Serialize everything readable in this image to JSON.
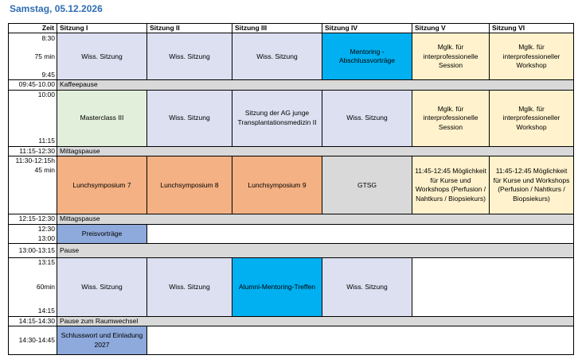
{
  "title": "Samstag, 05.12.2026",
  "headers": [
    "Zeit",
    "Sitzung I",
    "Sitzung II",
    "Sitzung III",
    "Sitzung IV",
    "Sitzung V",
    "Sitzung VI"
  ],
  "block1": {
    "time_start": "8:30",
    "time_mid": "75 min",
    "time_end": "9:45",
    "cells": [
      "Wiss. Sitzung",
      "Wiss. Sitzung",
      "Wiss. Sitzung",
      "Mentoring - Abschlussvorträge",
      "Mglk. für interprofessionelle Session",
      "Mglk. für interprofessioneller Workshop"
    ]
  },
  "break1": {
    "time": "09:45-10.00",
    "label": "Kaffeepause"
  },
  "block2": {
    "time_start": "10:00",
    "time_end": "11:15",
    "cells": [
      "Masterclass III",
      "Wiss. Sitzung",
      "Sitzung der AG junge Transplantationsmedizin II",
      "Wiss. Sitzung",
      "Mglk. für interprofessionelle Session",
      "Mglk. für interprofessioneller Workshop"
    ]
  },
  "break2": {
    "time": "11:15-12:30",
    "label": "Mittagspause"
  },
  "block3": {
    "time_start": "11:30-12:15h",
    "time_mid": "45 min",
    "cells": [
      "Lunchsymposium 7",
      "Lunchsymposium 8",
      "Lunchsymposium 9",
      "GTSG",
      "11:45-12:45 Möglichkeit für Kurse und Workshops (Perfusion / Nahtkurs / Biopsiekurs)",
      "11:45-12:45 Möglichkeit für Kurse und Workshops (Perfusion / Nahtkurs / Biopsiekurs)"
    ]
  },
  "break3": {
    "time": "12:15-12:30",
    "label": "Mittagspause"
  },
  "block4": {
    "time_start": "12:30",
    "time_end": "13:00",
    "cell": "Preisvorträge"
  },
  "break4": {
    "time": "13:00-13:15",
    "label": "Pause"
  },
  "block5": {
    "time_start": "13:15",
    "time_mid": "60min",
    "time_end": "14:15",
    "cells": [
      "Wiss. Sitzung",
      "Wiss. Sitzung",
      "Alumni-Mentoring-Treffen",
      "Wiss. Sitzung"
    ]
  },
  "break5": {
    "time": "14:15-14:30",
    "label": "Pause zum Raumwechsel"
  },
  "block6": {
    "time": "14:30-14:45",
    "cell": "Schlusswort und Einladung 2027"
  },
  "colors": {
    "title": "#2f6db3",
    "lavender": "#dce0f1",
    "cyan": "#00b0f0",
    "cream": "#fff2cc",
    "green": "#e2efda",
    "salmon": "#f4b183",
    "gray": "#d9d9d9",
    "blue": "#8ea9db"
  }
}
